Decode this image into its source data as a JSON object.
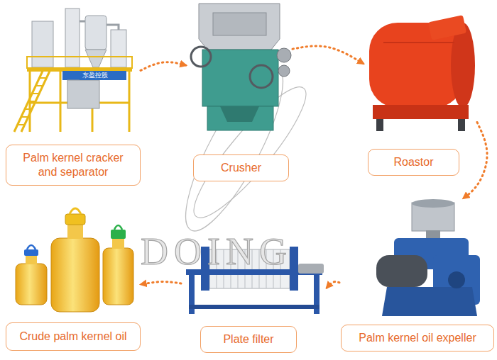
{
  "diagram": {
    "nodes": [
      {
        "text": [
          "Palm kernel cracker and separator"
        ]
      },
      {
        "text": [
          "Crusher"
        ]
      },
      {
        "text": [
          "Roastor"
        ]
      },
      {
        "text": [
          "Crude palm kernel oil"
        ]
      },
      {
        "text": [
          "Plate filter"
        ]
      },
      {
        "text": [
          "Palm kernel oil expeller"
        ]
      }
    ],
    "edges": [
      {
        "from": 0,
        "to": 1,
        "arrow": "to"
      },
      {
        "from": 1,
        "to": 2,
        "arrow": "to"
      },
      {
        "from": 2,
        "to": 5,
        "arrow": "to"
      },
      {
        "from": 5,
        "to": 4,
        "arrow": "to"
      },
      {
        "from": 4,
        "to": 3,
        "arrow": "to"
      }
    ],
    "labels": [
      "DOING",
      "东盈控股"
    ]
  }
}
